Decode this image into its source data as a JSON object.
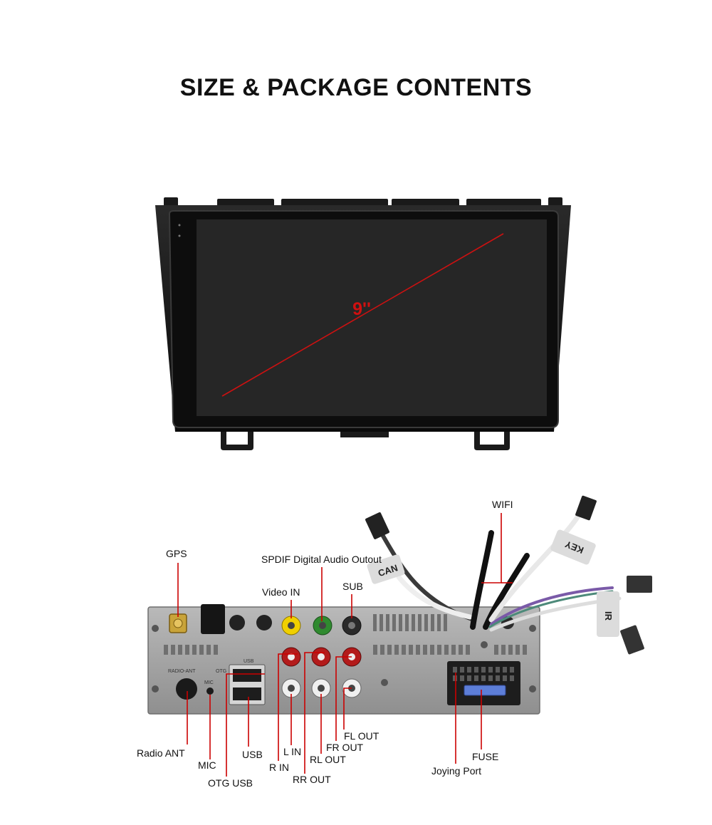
{
  "title": "SIZE & PACKAGE CONTENTS",
  "screen": {
    "size_label": "9''"
  },
  "colors": {
    "callout": "#cc0000",
    "screen": "#262626",
    "bezel": "#111111",
    "panel": "#a8a8a8"
  },
  "panel_marks": {
    "radio_ant": "RADIO-ANT",
    "otg": "OTG",
    "usb": "USB",
    "mic": "MIC"
  },
  "cable_tags": {
    "can": "CAN",
    "key": "KEY",
    "ir": "IR"
  },
  "callouts": {
    "gps": "GPS",
    "spdif": "SPDIF Digital Audio Outout",
    "video_in": "Video IN",
    "sub": "SUB",
    "wifi": "WIFI",
    "radio_ant": "Radio ANT",
    "mic": "MIC",
    "otg_usb": "OTG USB",
    "usb": "USB",
    "r_in": "R IN",
    "l_in": "L IN",
    "rr_out": "RR OUT",
    "rl_out": "RL OUT",
    "fr_out": "FR OUT",
    "fl_out": "FL OUT",
    "joying_port": "Joying Port",
    "fuse": "FUSE"
  }
}
